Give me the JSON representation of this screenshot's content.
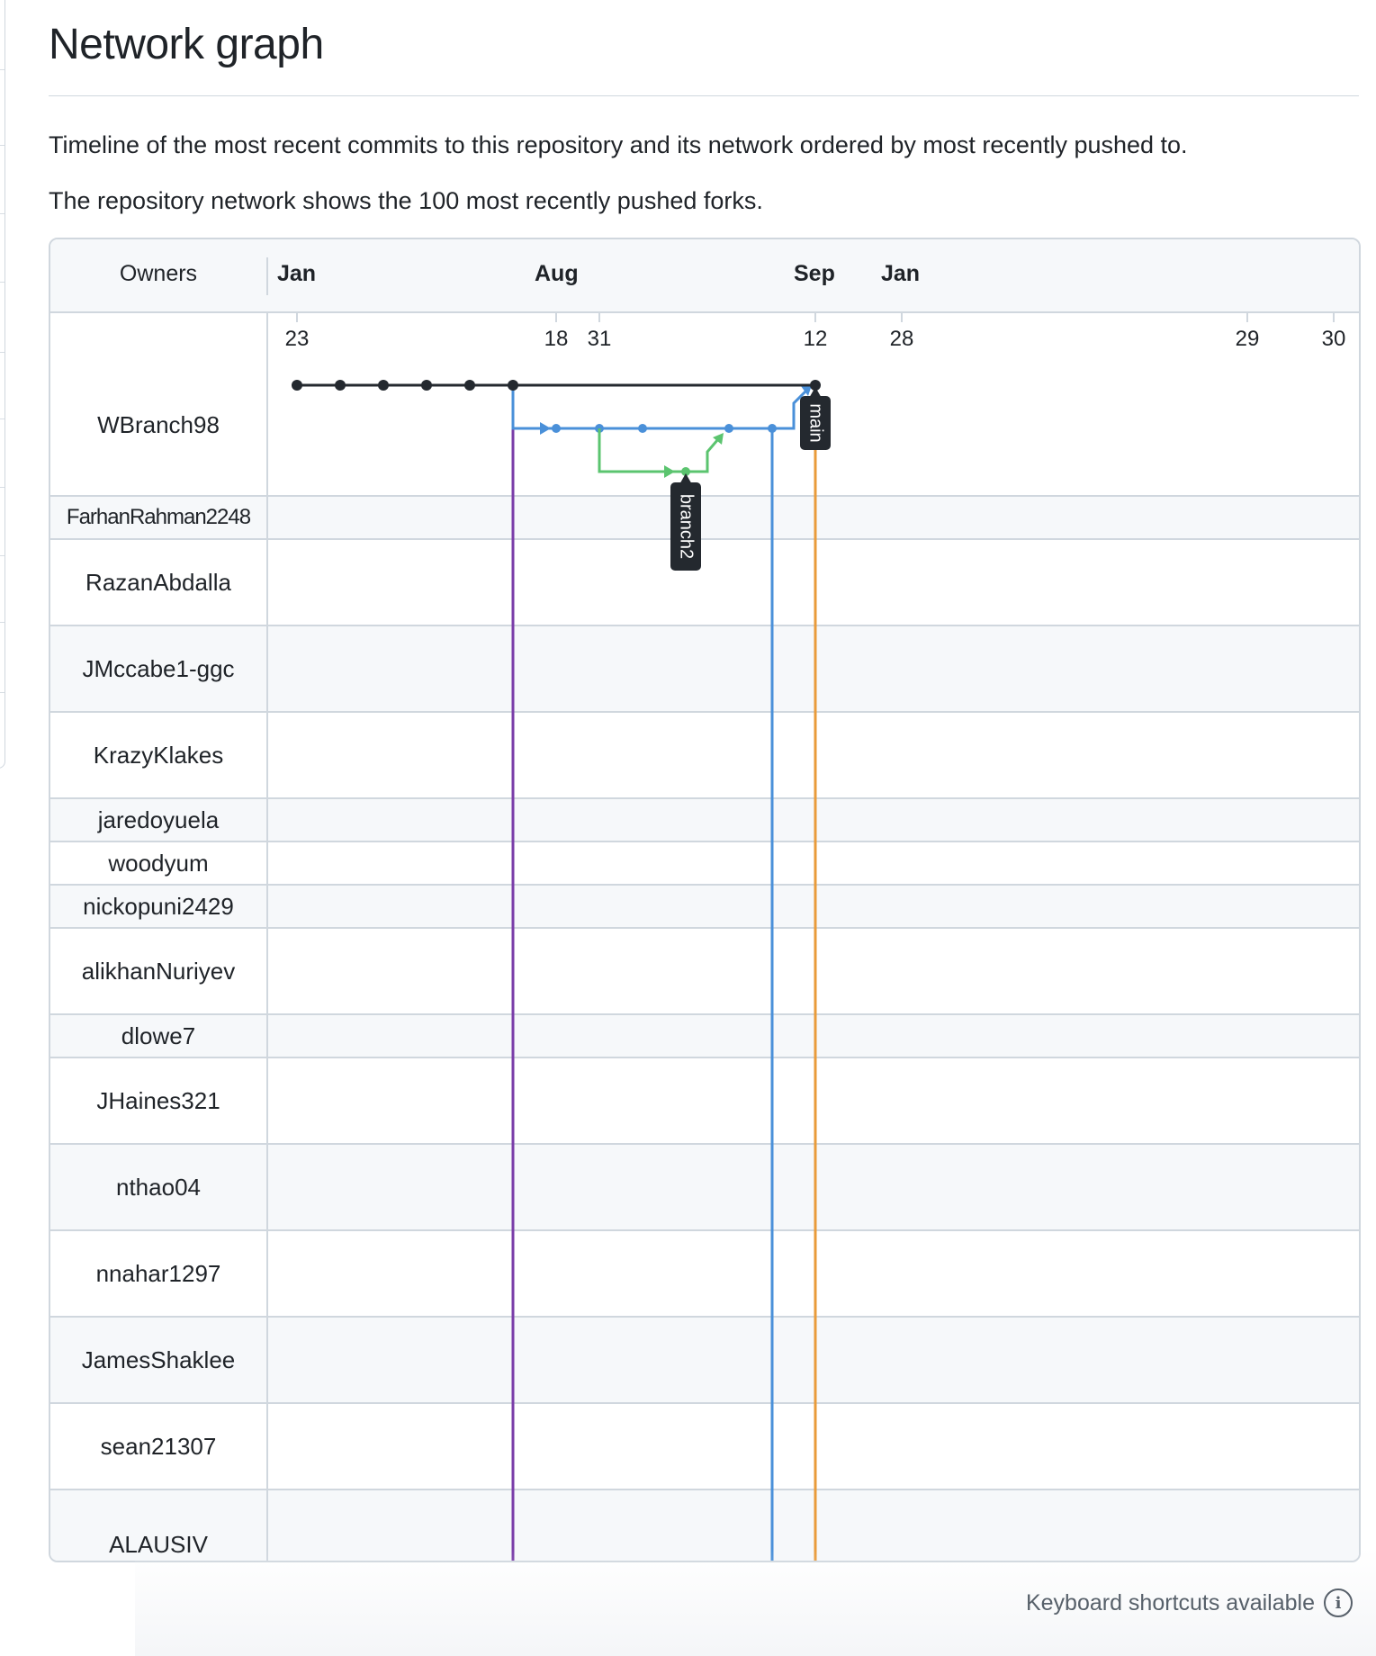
{
  "page": {
    "title": "Network graph",
    "description_1": "Timeline of the most recent commits to this repository and its network ordered by most recently pushed to.",
    "description_2": "The repository network shows the 100 most recently pushed forks."
  },
  "graph": {
    "owners_header": "Owners",
    "months": [
      "Jan",
      "Aug",
      "Sep",
      "Jan"
    ],
    "days": [
      "23",
      "18",
      "31",
      "12",
      "28",
      "29",
      "30"
    ],
    "owners": [
      {
        "name": "WBranch98"
      },
      {
        "name": "FarhanRahman2248"
      },
      {
        "name": "RazanAbdalla"
      },
      {
        "name": "JMccabe1-ggc"
      },
      {
        "name": "KrazyKlakes"
      },
      {
        "name": "jaredoyuela"
      },
      {
        "name": "woodyum"
      },
      {
        "name": "nickopuni2429"
      },
      {
        "name": "alikhanNuriyev"
      },
      {
        "name": "dlowe7"
      },
      {
        "name": "JHaines321"
      },
      {
        "name": "nthao04"
      },
      {
        "name": "nnahar1297"
      },
      {
        "name": "JamesShaklee"
      },
      {
        "name": "sean21307"
      },
      {
        "name": "ALAUSIV"
      }
    ],
    "branch_labels": [
      "main",
      "branch2"
    ],
    "colors": {
      "main_line": "#24292f",
      "blue": "#4a90d9",
      "green": "#5bc46f",
      "purple": "#7a3da8",
      "orange": "#e99b3a",
      "label_bg": "#24292f"
    }
  },
  "footer": {
    "keyboard_shortcuts": "Keyboard shortcuts available",
    "info_icon": "info-icon"
  }
}
